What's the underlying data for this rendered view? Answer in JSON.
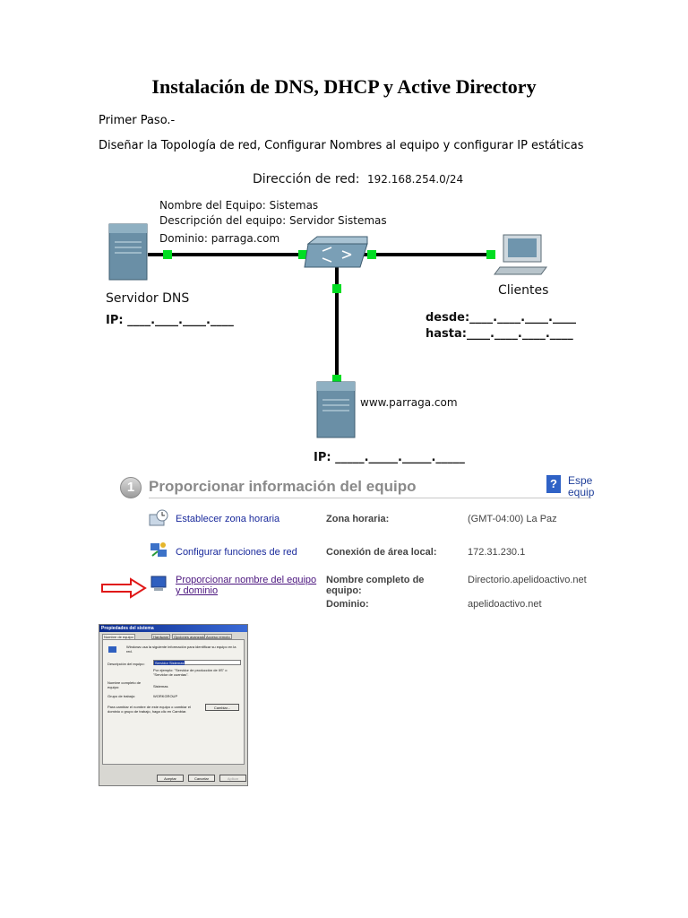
{
  "document": {
    "title": "Instalación de DNS, DHCP y Active Directory",
    "step_label": "Primer Paso.-",
    "step_description": "Diseñar la Topología de red, Configurar Nombres al equipo y configurar IP estáticas"
  },
  "diagram": {
    "network_label": "Dirección de red:",
    "network_value": "192.168.254.0/24",
    "server_name": "Nombre del Equipo: Sistemas",
    "server_description": "Descripción del equipo: Servidor Sistemas",
    "server_domain": "Dominio: parraga.com",
    "server_label": "Servidor DNS",
    "server_ip": "IP: ____.____.____.____",
    "clients_label": "Clientes",
    "clients_from": "desde:____.____.____.____",
    "clients_to": "hasta:____.____.____.____",
    "web_label": "www.parraga.com",
    "web_ip": "IP: _____._____._____._____",
    "link_color": "#00dd22"
  },
  "wizard": {
    "step_number": "1",
    "heading": "Proporcionar información del equipo",
    "help_text": "Espe equip",
    "rows": [
      {
        "link": "Establecer zona horaria",
        "label": "Zona horaria:",
        "value": "(GMT-04:00) La Paz",
        "icon": "clock-icon"
      },
      {
        "link": "Configurar funciones de red",
        "label": "Conexión de área local:",
        "value": "172.31.230.1",
        "icon": "network-icon"
      },
      {
        "link": "Proporcionar nombre del equipo y dominio",
        "label": "Nombre completo de equipo:",
        "value": "Directorio.apelidoactivo.net",
        "label2": "Dominio:",
        "value2": "apelidoactivo.net",
        "icon": "computer-icon"
      }
    ]
  },
  "dialog": {
    "title": "Propiedades del sistema",
    "tabs": [
      "Nombre de equipo",
      "Hardware",
      "Opciones avanzadas",
      "Acceso remoto"
    ],
    "intro": "Windows usa la siguiente información para identificar su equipo en la red.",
    "desc_label": "Descripción del equipo:",
    "desc_value": "Servidor Sistemas",
    "example": "Por ejemplo: \"Servidor de producción de IIS\" o \"Servidor de cuentas\".",
    "fullname_label": "Nombre completo de equipo:",
    "fullname_value": "Sistemas",
    "workgroup_label": "Grupo de trabajo:",
    "workgroup_value": "WORKGROUP",
    "change_text": "Para cambiar el nombre de este equipo o cambiar el dominio o grupo de trabajo, haga clic en Cambiar.",
    "change_button": "Cambiar...",
    "ok_button": "Aceptar",
    "cancel_button": "Cancelar",
    "apply_button": "Aplicar"
  }
}
